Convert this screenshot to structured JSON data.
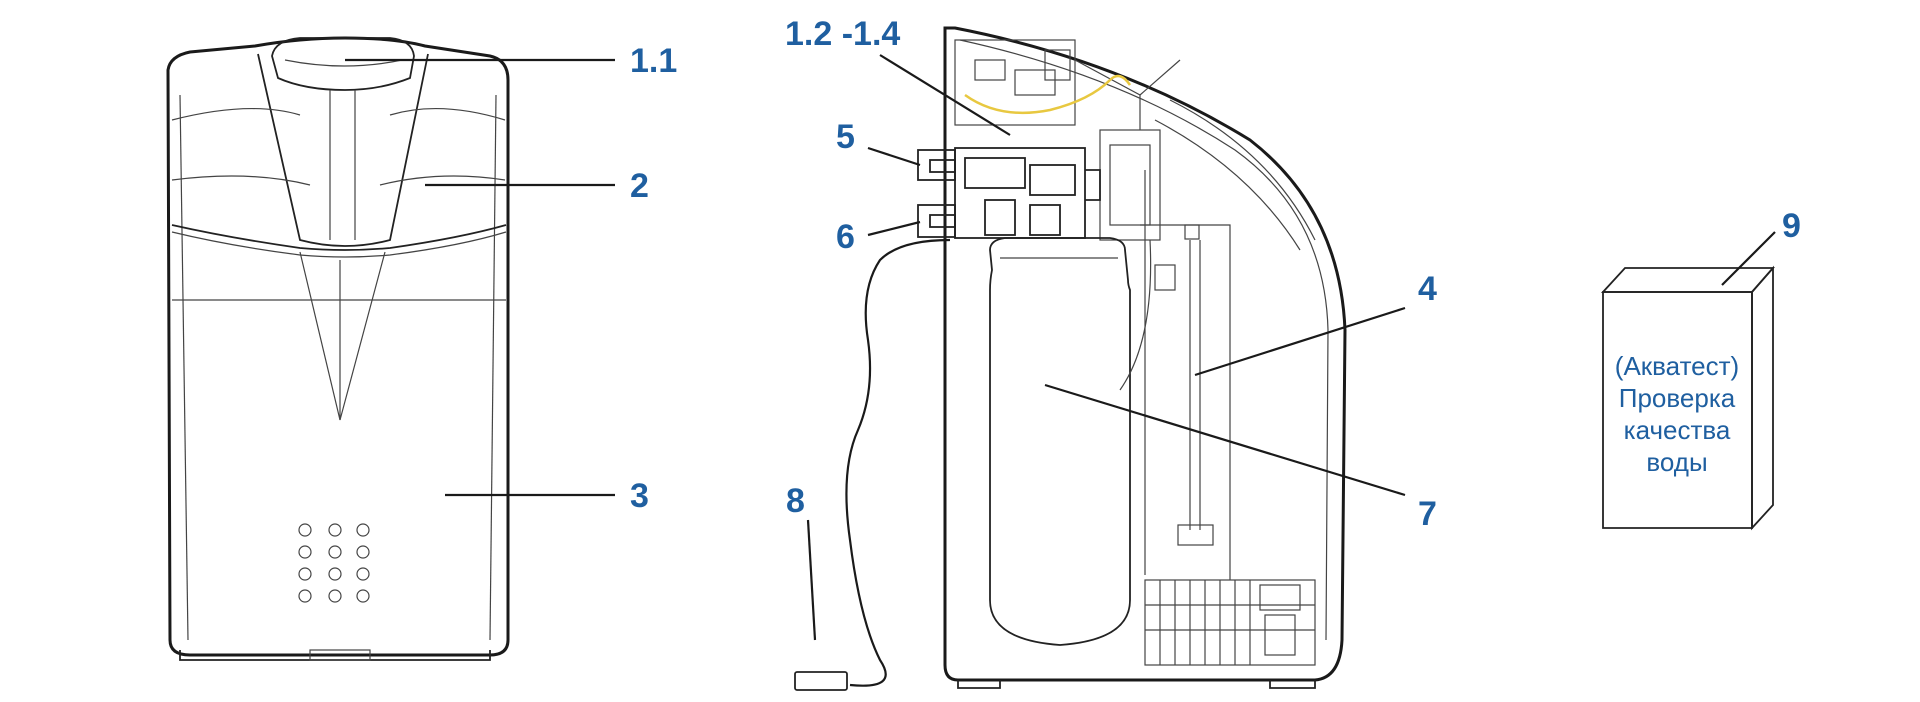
{
  "callouts": {
    "c1_1": "1.1",
    "c2": "2",
    "c3": "3",
    "c1_2_1_4": "1.2 -1.4",
    "c5": "5",
    "c6": "6",
    "c4": "4",
    "c7": "7",
    "c8": "8",
    "c9": "9"
  },
  "test_box": {
    "line1": "(Акватест)",
    "line2": "Проверка",
    "line3": "качества",
    "line4": "воды"
  },
  "colors": {
    "label": "#1f5fa0",
    "line": "#1a1a1a",
    "wire": "#e8c840"
  }
}
